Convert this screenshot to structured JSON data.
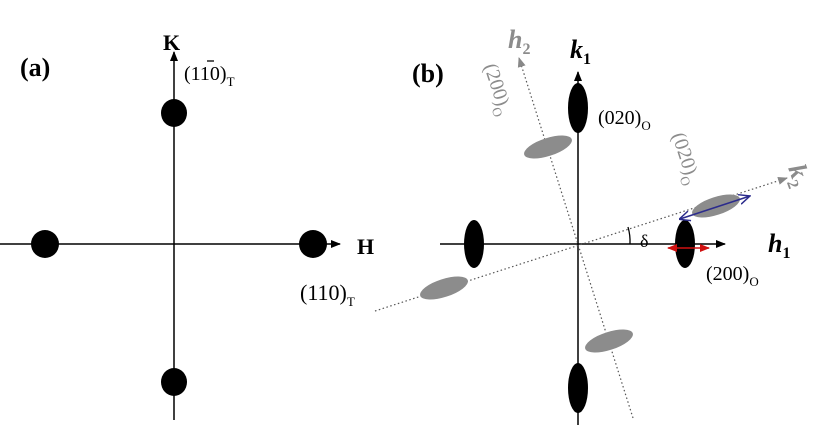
{
  "panel_a": {
    "label": "(a)",
    "axis_h": "H",
    "axis_k": "K",
    "refl_top": {
      "main": "(1",
      "bar": "1",
      "close": "0)",
      "sub": "T"
    },
    "refl_left": {
      "main": "(110)",
      "sub": "T"
    }
  },
  "panel_b": {
    "label": "(b)",
    "axis_h1": {
      "main": "h",
      "sub": "1"
    },
    "axis_k1": {
      "main": "k",
      "sub": "1"
    },
    "axis_h2": {
      "main": "h",
      "sub": "2"
    },
    "axis_k2": {
      "main": "k",
      "sub": "2"
    },
    "refl_020": {
      "main": "(020)",
      "sub": "O"
    },
    "refl_200": {
      "main": "(200)",
      "sub": "O"
    },
    "refl_200_rot": {
      "main": "(200)",
      "sub": "O"
    },
    "refl_020_rot": {
      "main": "(020)",
      "sub": "O"
    },
    "angle": "δ"
  },
  "colors": {
    "ink": "#000000",
    "gray": "#8c8c8c",
    "dotted_axis": "#555555",
    "blue_arrow": "#2b2b8c",
    "red_arrow": "#d01010"
  }
}
